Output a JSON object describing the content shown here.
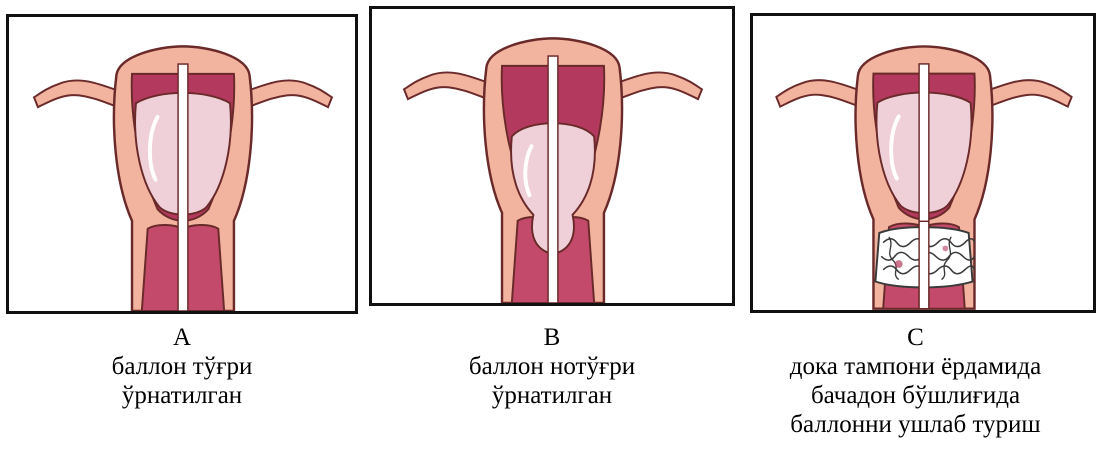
{
  "panels": [
    {
      "letter": "A",
      "lines": [
        "баллон тўғри",
        "ўрнатилган"
      ]
    },
    {
      "letter": "B",
      "lines": [
        "баллон нотўғри",
        "ўрнатилган"
      ]
    },
    {
      "letter": "C",
      "lines": [
        "дока тампони ёрдамида",
        "бачадон бўшлиғида",
        "баллонни ушлаб туриш"
      ]
    }
  ],
  "colors": {
    "tissue": "#f2b39f",
    "tissue_outline": "#6a2a2a",
    "cavity": "#b33a5e",
    "canal": "#c34a6a",
    "balloon": "#efd0d8",
    "catheter": "#ffffff",
    "gauze": "#ffffff"
  }
}
